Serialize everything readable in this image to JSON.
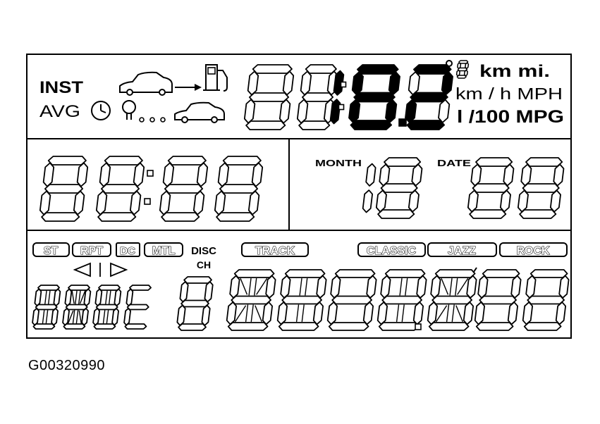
{
  "labels": {
    "inst": "INST",
    "avg": "AVG",
    "km_mi": "km mi.",
    "kmh_mph": "km / h MPH",
    "l_100_mpg": "l /100 MPG",
    "month": "MONTH",
    "date": "DATE",
    "st": "ST",
    "rpt": "RPT",
    "dolby": "DC",
    "mtl": "MTL",
    "disc": "DISC",
    "ch": "CH",
    "track": "TRACK",
    "classic": "CLASSIC",
    "jazz": "JAZZ",
    "rock": "ROCK"
  },
  "icons": [
    "car-icon",
    "arrow-right-icon",
    "fuel-pump-icon",
    "clock-icon",
    "bulb-icon",
    "car-small-icon",
    "degree-icon",
    "triangle-left-icon",
    "triangle-right-icon"
  ],
  "colors": {
    "ink": "#000000",
    "background": "#ffffff"
  },
  "caption": "G00320990"
}
